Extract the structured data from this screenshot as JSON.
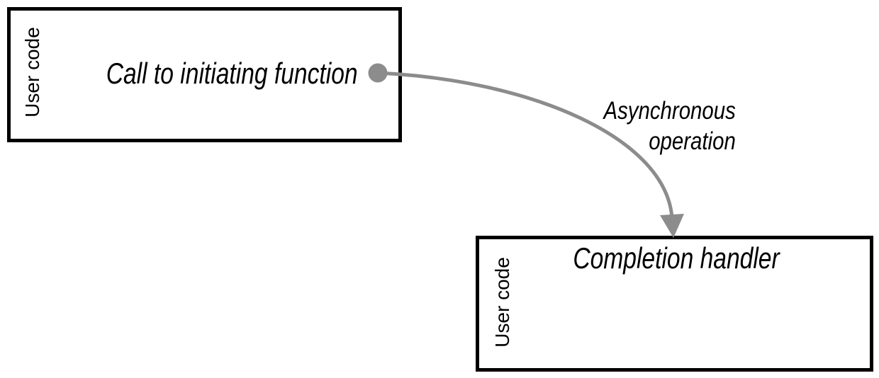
{
  "diagram": {
    "background_color": "#ffffff",
    "box_border_color": "#000000",
    "text_color": "#000000",
    "arrow_color": "#8c8c8c",
    "initiating_box": {
      "side_label": "User code",
      "label": "Call to initiating function"
    },
    "handler_box": {
      "side_label": "User code",
      "label": "Completion handler"
    },
    "arrow_label": {
      "line1": "Asynchronous",
      "line2": "operation"
    }
  }
}
